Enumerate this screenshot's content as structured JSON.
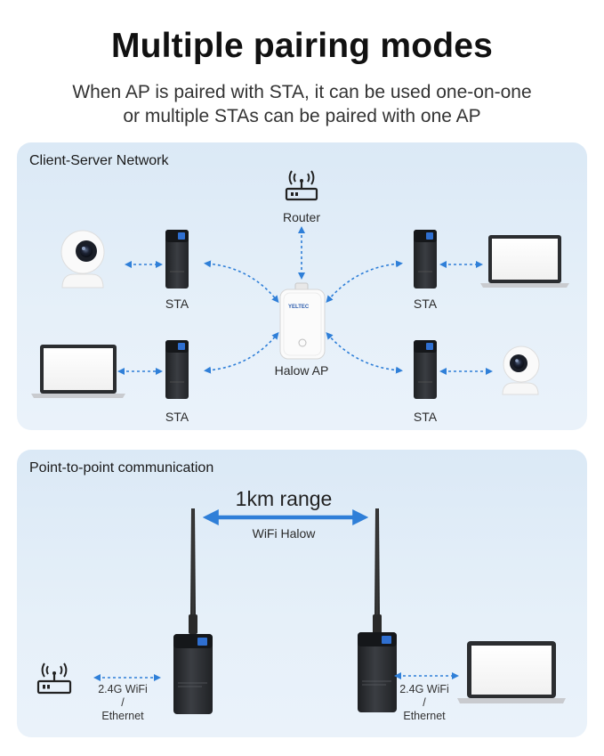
{
  "header": {
    "title": "Multiple pairing modes",
    "subtitle_line1": "When AP is paired with STA, it can be used one-on-one",
    "subtitle_line2": "or multiple STAs can be paired with one AP"
  },
  "client_server": {
    "title": "Client-Server Network",
    "router_label": "Router",
    "ap_label": "Halow AP",
    "ap_brand": "YELTEC",
    "sta_labels": [
      "STA",
      "STA",
      "STA",
      "STA"
    ]
  },
  "point_to_point": {
    "title": "Point-to-point communication",
    "range_label": "1km range",
    "link_label": "WiFi Halow",
    "left_link_line1": "2.4G WiFi",
    "left_link_sep": "/",
    "left_link_line2": "Ethernet",
    "right_link_line1": "2.4G WiFi",
    "right_link_sep": "/",
    "right_link_line2": "Ethernet"
  },
  "colors": {
    "accent_blue": "#2f7fd8",
    "panel_bg": "#e2eef8",
    "device_dark": "#2c2f33"
  }
}
